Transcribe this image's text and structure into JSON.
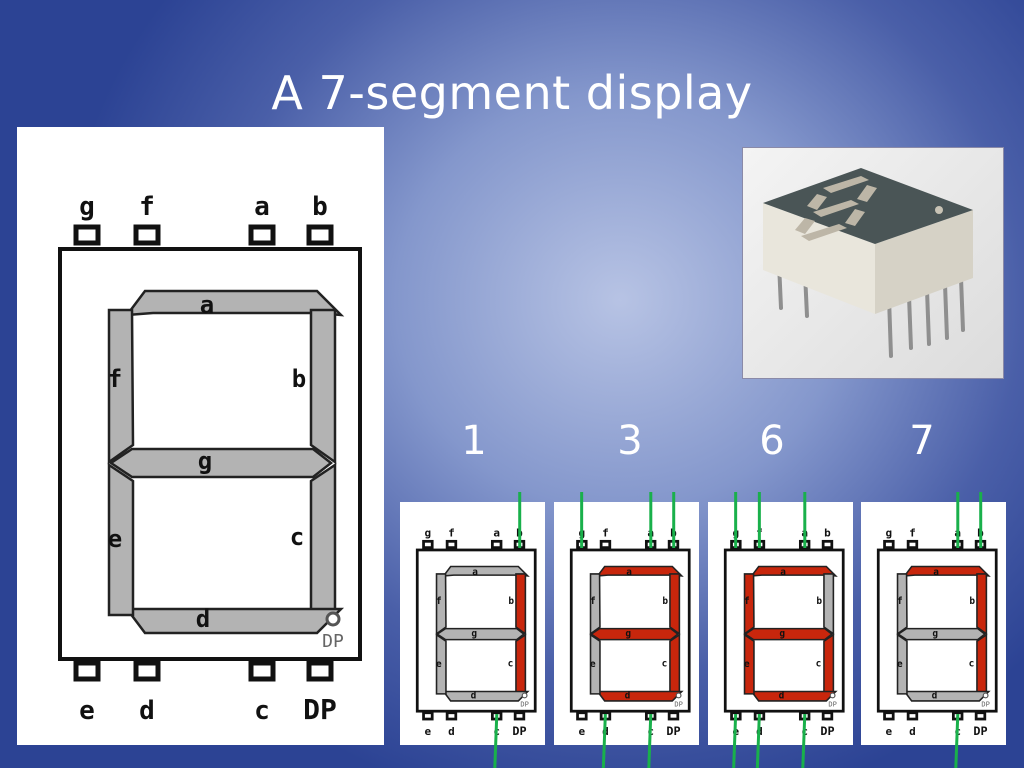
{
  "title": "A 7-segment display",
  "pins": {
    "top": [
      "g",
      "f",
      "a",
      "b"
    ],
    "bottom": [
      "e",
      "d",
      "c",
      "DP"
    ]
  },
  "segments": [
    "a",
    "b",
    "c",
    "d",
    "e",
    "f",
    "g"
  ],
  "dp_label": "DP",
  "colors": {
    "segment_off": "#b3b3b3",
    "segment_on": "#c8260c",
    "wire": "#19b04b",
    "background": "#3d54a2"
  },
  "examples": [
    {
      "digit": "1",
      "lit": [
        "b",
        "c"
      ]
    },
    {
      "digit": "3",
      "lit": [
        "a",
        "b",
        "g",
        "c",
        "d"
      ]
    },
    {
      "digit": "6",
      "lit": [
        "a",
        "f",
        "g",
        "e",
        "d",
        "c"
      ]
    },
    {
      "digit": "7",
      "lit": [
        "a",
        "b",
        "c"
      ]
    }
  ],
  "photo_icon": "led-display-photo"
}
